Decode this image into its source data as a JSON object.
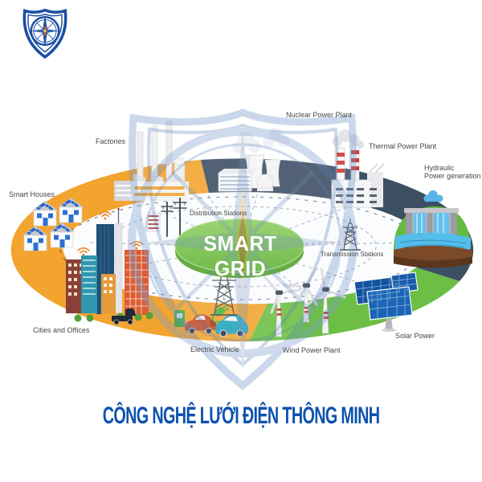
{
  "logo": {
    "name": "shield-compass-logo"
  },
  "caption": {
    "text": "CÔNG NGHỆ LƯỚI ĐIỆN THÔNG MINH",
    "color": "#0D52AE"
  },
  "diagram": {
    "center_label": "SMART GRID",
    "labels": {
      "factories": "Factories",
      "nuclear": "Nuclear Power Plant",
      "thermal": "Thermal Power Plant",
      "hydraulic_line1": "Hydraulic",
      "hydraulic_line2": "Power generation",
      "smart_houses": "Smart Houses",
      "distribution": "Distribution Stations",
      "transmission": "Transmission Stations",
      "solar": "Solar Power",
      "wind": "Wind Power Plant",
      "electric_vehicle": "Electric Vehicle",
      "cities": "Cities and Offices"
    },
    "colors": {
      "segment_orange": "#F2A42F",
      "segment_dark": "#3D4F63",
      "segment_green": "#6CBE45",
      "center_disc_top": "#8CCB5E",
      "center_disc_bottom": "#55A22D"
    }
  }
}
